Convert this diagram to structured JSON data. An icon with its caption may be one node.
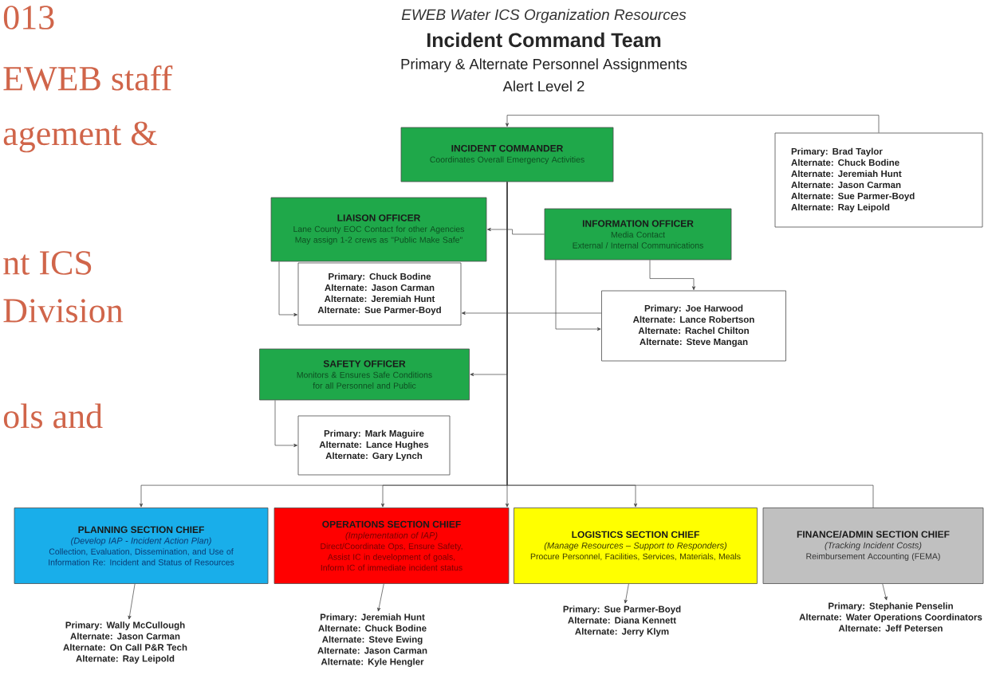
{
  "diagram": {
    "title": "Incident Command Team",
    "nodes": [
      {
        "text": [
          "INCIDENT COMMANDER",
          "Coordinates Overall Emergency Activities"
        ]
      },
      {
        "text": [
          "Primary: Brad Taylor",
          "Alternate: Chuck Bodine",
          "Alternate: Jeremiah Hunt",
          "Alternate: Jason Carman",
          "Alternate: Sue Parmer-Boyd",
          "Alternate: Ray Leipold"
        ]
      },
      {
        "text": [
          "LIAISON OFFICER",
          "Lane County EOC Contact for other Agencies",
          "May assign 1-2 crews as \"Public Make Safe\""
        ]
      },
      {
        "text": [
          "Primary: Chuck Bodine",
          "Alternate: Jason Carman",
          "Alternate: Jeremiah Hunt",
          "Alternate: Sue Parmer-Boyd"
        ]
      },
      {
        "text": [
          "INFORMATION OFFICER",
          "Media Contact",
          "External / Internal Communications"
        ]
      },
      {
        "text": [
          "Primary: Joe Harwood",
          "Alternate: Lance Robertson",
          "Alternate: Rachel Chilton",
          "Alternate: Steve Mangan"
        ]
      },
      {
        "text": [
          "SAFETY OFFICER",
          "Monitors & Ensures Safe Conditions for all Personnel and Public"
        ]
      },
      {
        "text": [
          "Primary: Mark Maguire",
          "Alternate: Lance Hughes",
          "Alternate: Gary Lynch"
        ]
      },
      {
        "text": [
          "PLANNING SECTION CHIEF",
          "(Develop IAP - Incident Action Plan)",
          "Collection, Evaluation, Dissemination, and Use of Information Re: Incident and Status of Resources"
        ]
      },
      {
        "text": [
          "Primary: Wally McCullough",
          "Alternate: Jason Carman",
          "Alternate: On Call P&R Tech",
          "Alternate: Ray Leipold"
        ]
      },
      {
        "text": [
          "OPERATIONS SECTION CHIEF",
          "(Implementation of IAP)",
          "Direct/Coordinate Ops, Ensure Safety, Assist IC in development of goals, Inform IC of immediate incident status"
        ]
      },
      {
        "text": [
          "Primary: Jeremiah Hunt",
          "Alternate: Chuck Bodine",
          "Alternate: Steve Ewing",
          "Alternate: Jason Carman",
          "Alternate: Kyle Hengler"
        ]
      },
      {
        "text": [
          "LOGISTICS SECTION CHIEF",
          "(Manage Resources – Support to Responders)",
          "Procure Personnel, Facilities, Services, Materials, Meals"
        ]
      },
      {
        "text": [
          "Primary: Sue Parmer-Boyd",
          "Alternate: Diana Kennett",
          "Alternate: Jerry Klym"
        ]
      },
      {
        "text": [
          "FINANCE/ADMIN SECTION CHIEF",
          "(Tracking Incident Costs)",
          "Reimbursement Accounting (FEMA)"
        ]
      },
      {
        "text": [
          "Primary: Stephanie Penselin",
          "Alternate: Water Operations Coordinators",
          "Alternate: Jeff Petersen"
        ]
      }
    ],
    "edges": [
      {
        "from": 1,
        "to": 0,
        "arrow": "to"
      },
      {
        "from": 4,
        "to": 2,
        "arrow": "to"
      },
      {
        "from": 5,
        "to": 3,
        "arrow": "to"
      },
      {
        "from": 4,
        "to": 5,
        "arrow": "to"
      },
      {
        "from": 4,
        "to": 5,
        "arrow": "to"
      },
      {
        "from": 2,
        "to": 3,
        "arrow": "to"
      },
      {
        "from": 0,
        "to": 6,
        "arrow": "to"
      },
      {
        "from": 6,
        "to": 7,
        "arrow": "to"
      },
      {
        "from": 0,
        "to": 8,
        "arrow": "to"
      },
      {
        "from": 0,
        "to": 10,
        "arrow": "to"
      },
      {
        "from": 0,
        "to": 10,
        "arrow": "to"
      },
      {
        "from": 0,
        "to": 12,
        "arrow": "to"
      },
      {
        "from": 0,
        "to": 14,
        "arrow": "none"
      },
      {
        "from": 8,
        "to": 9,
        "arrow": "to"
      },
      {
        "from": 10,
        "to": 11,
        "arrow": "to"
      },
      {
        "from": 12,
        "to": 13,
        "arrow": "to"
      },
      {
        "from": 14,
        "to": 15,
        "arrow": "to"
      }
    ],
    "labels": [
      "013",
      "EWEB Water ICS Organization Resources",
      "EWEB staff",
      "Primary & Alternate Personnel Assignments",
      "Alert Level 2",
      "agement &",
      "nt ICS",
      "Division",
      "ols and"
    ]
  }
}
